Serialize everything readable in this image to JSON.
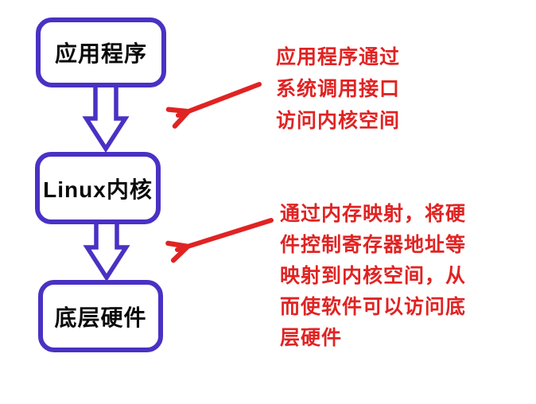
{
  "diagram": {
    "title": "Linux application-to-hardware access flow",
    "colors": {
      "background": "#FFFFFF",
      "node_border": "#4A31C4",
      "node_text": "#0A0A0A",
      "annotation_red": "#E02323"
    },
    "nodes": [
      {
        "id": "application",
        "label": "应用程序"
      },
      {
        "id": "linux-kernel",
        "label": "Linux内核"
      },
      {
        "id": "hardware",
        "label": "底层硬件"
      }
    ],
    "flow_arrows": [
      {
        "from": "application",
        "to": "linux-kernel"
      },
      {
        "from": "linux-kernel",
        "to": "hardware"
      }
    ],
    "annotations": [
      {
        "id": "syscall-note",
        "points_to": "application-to-kernel-arrow",
        "lines": [
          "应用程序通过",
          "系统调用接口",
          "访问内核空间"
        ]
      },
      {
        "id": "mmap-note",
        "points_to": "kernel-to-hardware-arrow",
        "lines": [
          "通过内存映射，将硬",
          "件控制寄存器地址等",
          "映射到内核空间，从",
          "而使软件可以访问底",
          "层硬件"
        ]
      }
    ]
  }
}
